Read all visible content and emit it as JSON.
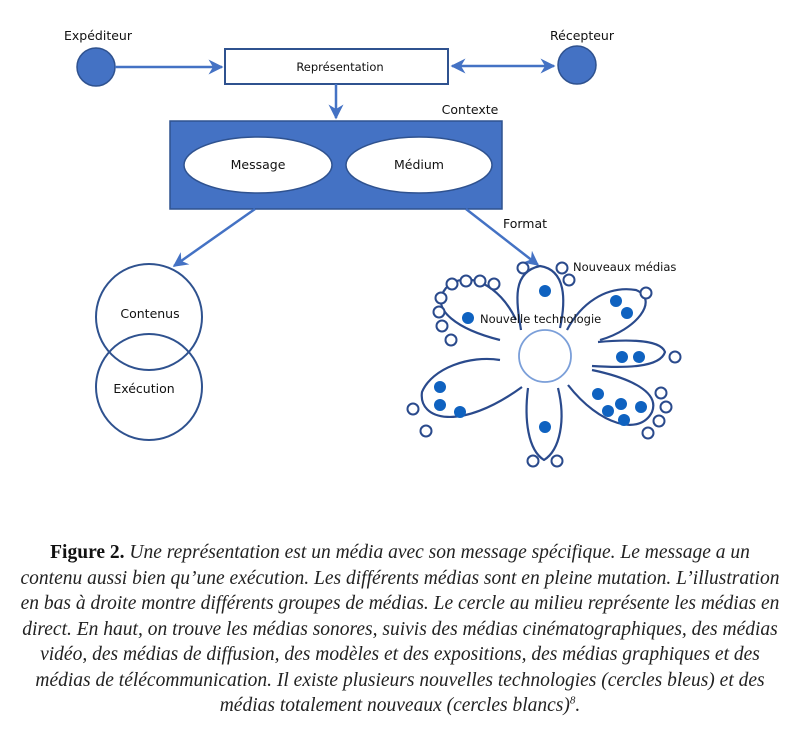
{
  "diagram": {
    "sender": "Expéditeur",
    "receiver": "Récepteur",
    "representation": "Représentation",
    "context": "Contexte",
    "message": "Message",
    "medium": "Médium",
    "format": "Format",
    "contents": "Contenus",
    "execution": "Exécution",
    "new_media": "Nouveaux médias",
    "new_technology": "Nouvelle technologie",
    "colors": {
      "primary_blue": "#4472c4",
      "dark_outline": "#2f528f",
      "petal_outline": "#2a4a8c",
      "tech_dot": "#0f62c0",
      "center_circle": "#7b9fd9"
    }
  },
  "caption": {
    "label": "Figure 2.",
    "text": " Une représentation est un média avec son message spécifique. Le message a un contenu aussi bien qu’une exécution. Les différents médias sont en pleine mutation. L’illustration en bas à droite montre différents groupes de médias. Le cercle au milieu représente les médias en direct. En haut, on trouve les médias sonores, suivis des médias cinématographiques, des médias vidéo, des médias de diffusion, des modèles et des expositions, des médias graphiques et des médias de télécommunication. Il existe plusieurs nouvelles technologies (cercles bleus) et des médias totalement nouveaux (cercles blancs)",
    "footnote": "8",
    "end": "."
  }
}
